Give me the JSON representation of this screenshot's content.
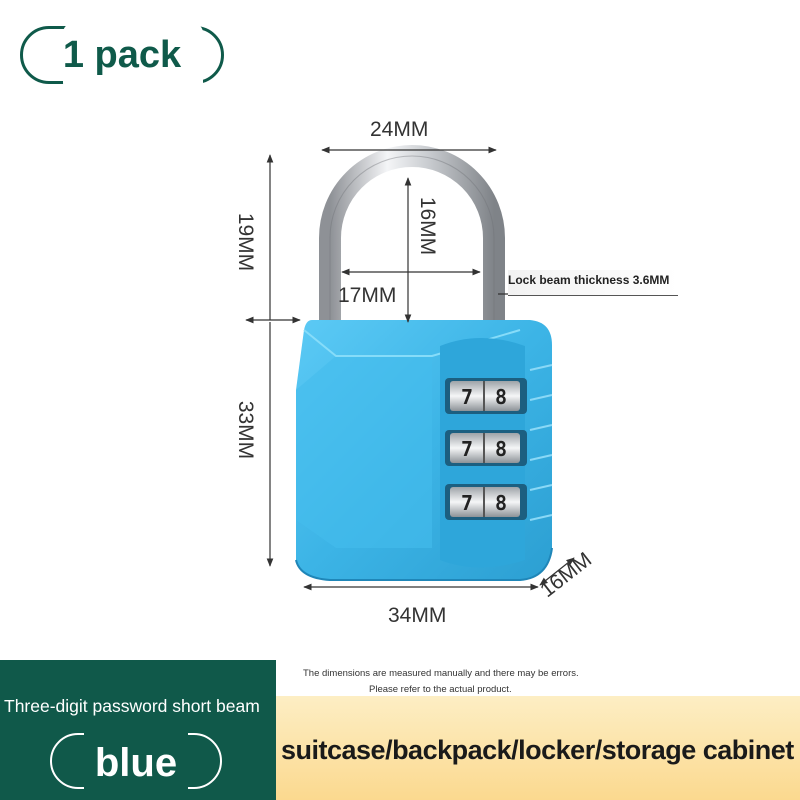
{
  "pack": {
    "label": "1 pack"
  },
  "dimensions": {
    "shackle_width": "24MM",
    "shackle_height": "19MM",
    "shackle_inner_height": "16MM",
    "shackle_inner_width": "17MM",
    "body_height": "33MM",
    "body_width": "34MM",
    "body_depth": "16MM"
  },
  "beam_note": "Lock beam thickness 3.6MM",
  "disclaimer": {
    "line1": "The dimensions are measured manually and there may be errors.",
    "line2": "Please refer to the actual product."
  },
  "dials": [
    {
      "left": "7",
      "right": "8"
    },
    {
      "left": "7",
      "right": "8"
    },
    {
      "left": "7",
      "right": "8"
    }
  ],
  "product": {
    "type": "Three-digit password short beam",
    "color": "blue",
    "usage": "suitcase/backpack/locker/storage cabinet etc"
  },
  "colors": {
    "brand_green": "#10594a",
    "lock_blue": "#3cb4e6",
    "accent_orange": "#fbd98f"
  }
}
